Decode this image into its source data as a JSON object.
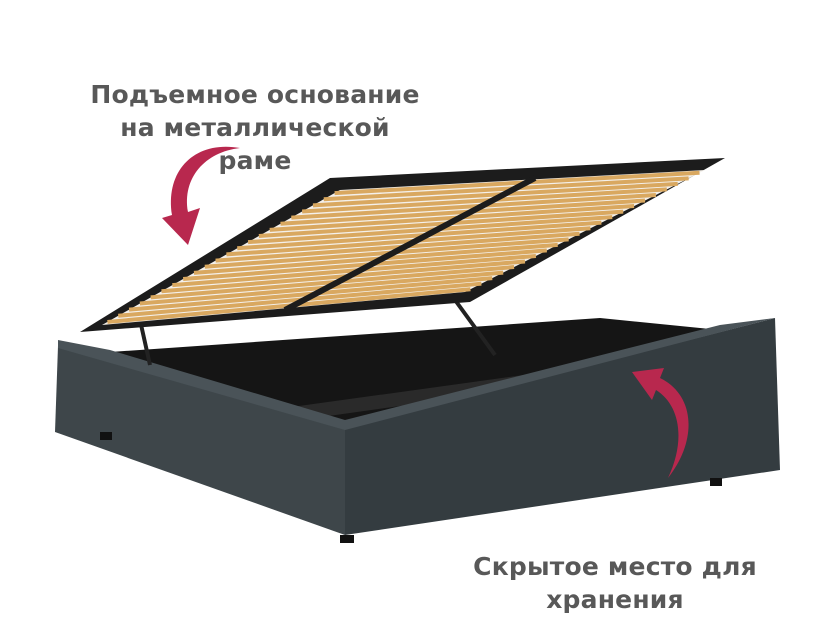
{
  "captions": {
    "top_line1": "Подъемное основание",
    "top_line2": "на металлической раме",
    "bottom_line1": "Скрытое место для",
    "bottom_line2": "хранения"
  },
  "colors": {
    "arrow": "#b8284e",
    "upholstery": "#3c4448",
    "frame": "#1c1c1c",
    "slat": "#d9a860",
    "text": "#585858"
  }
}
